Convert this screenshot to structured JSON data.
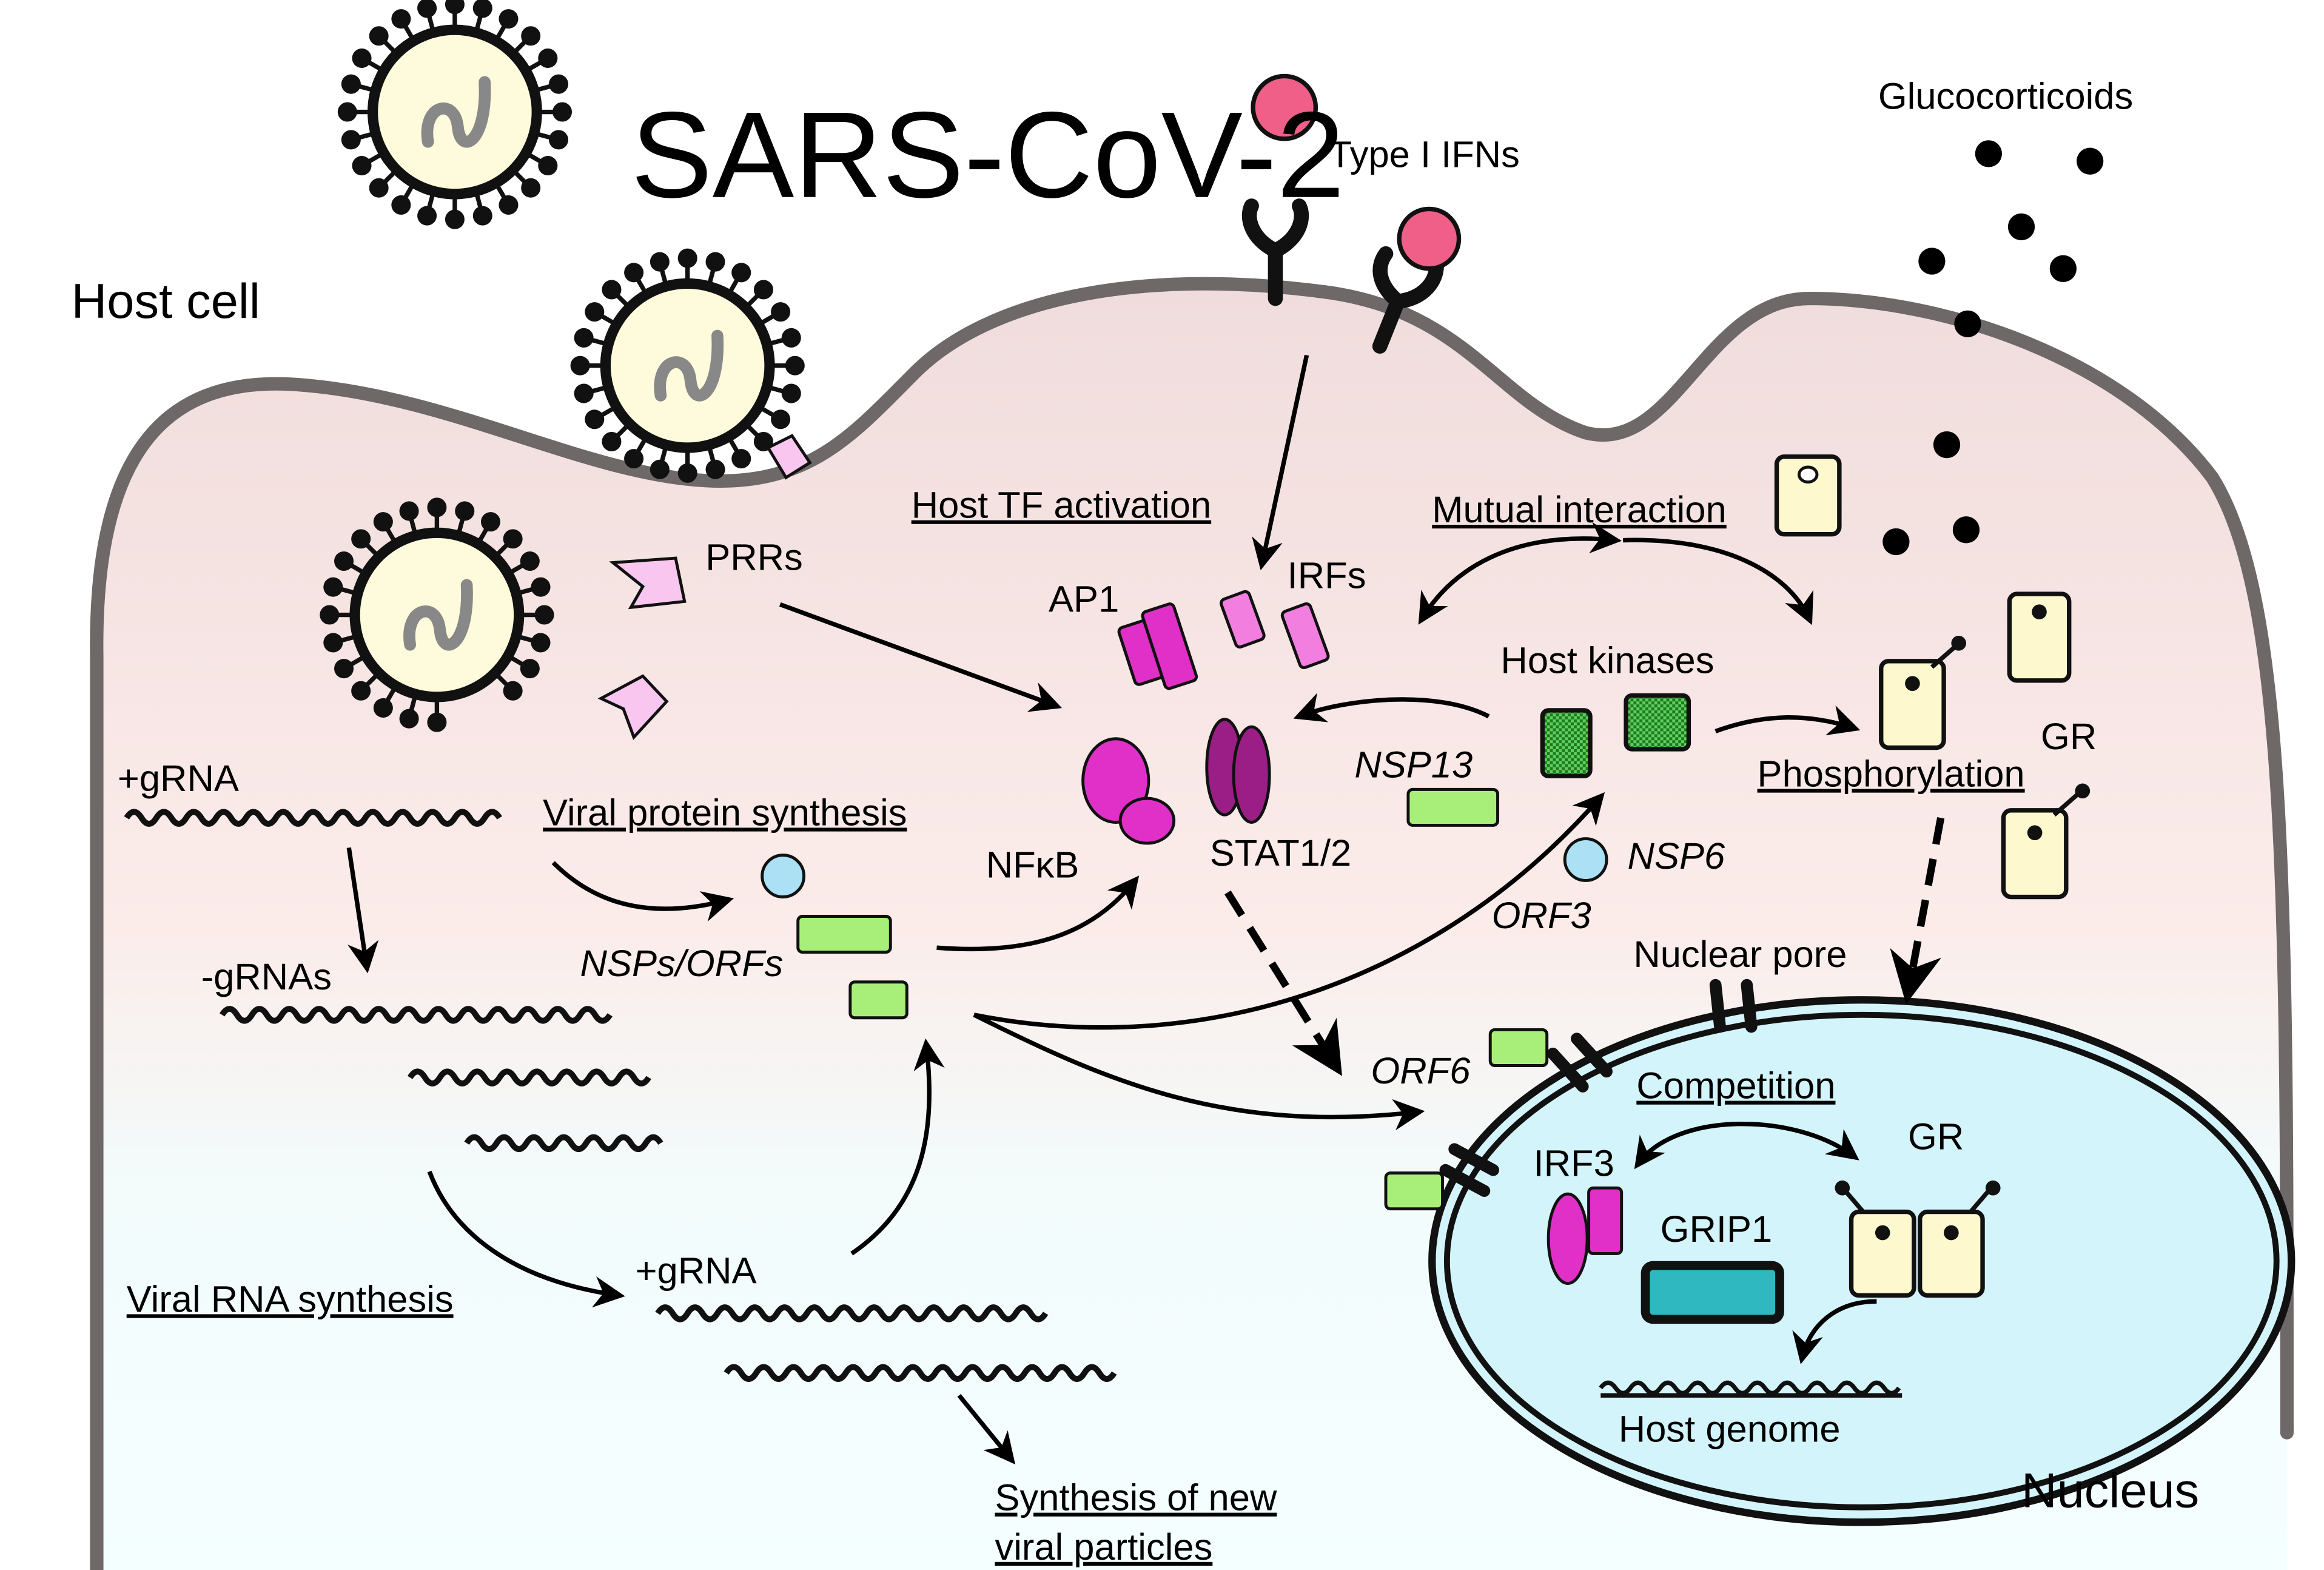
{
  "labels": {
    "virus": "SARS-CoV-2",
    "host_cell": "Host cell",
    "type1_ifns": "Type I IFNs",
    "glucocorticoids": "Glucocorticoids",
    "host_tf_activation": "Host TF activation",
    "mutual_interaction": "Mutual interaction",
    "prrs": "PRRs",
    "ap1": "AP1",
    "irfs": "IRFs",
    "host_kinases": "Host kinases",
    "nfkb": "NFκB",
    "stat12": "STAT1/2",
    "nsp13": "NSP13",
    "nsp6": "NSP6",
    "orf3": "ORF3",
    "phosphorylation": "Phosphorylation",
    "gr_cyto": "GR",
    "gr_nuc": "GR",
    "plus_grna_top": "+gRNA",
    "viral_protein_synthesis": "Viral protein synthesis",
    "nsps_orfs": "NSPs/ORFs",
    "minus_grnas": "-gRNAs",
    "nuclear_pore": "Nuclear pore",
    "orf6": "ORF6",
    "competition": "Competition",
    "irf3": "IRF3",
    "grip1": "GRIP1",
    "host_genome": "Host genome",
    "viral_rna_synthesis": "Viral RNA synthesis",
    "plus_grna_bottom": "+gRNA",
    "synthesis_line1": "Synthesis of new",
    "synthesis_line2": "viral particles",
    "nucleus": "Nucleus"
  },
  "colors": {
    "cell_membrane": "#6e6868",
    "cytoplasm_top": "#f0dcdc",
    "cytoplasm_bottom": "#f4ffff",
    "nucleus_fill": "#d2f4fa",
    "virus_fill": "#fefbdc",
    "ifn": "#ef5f88",
    "tf_magenta": "#e030c8",
    "light_magenta": "#f27fe0",
    "prr_pink": "#f8c6ee",
    "stat_purple": "#9a1e85",
    "viral_protein_green": "#a8ef7a",
    "orf_blue": "#abe0f5",
    "kinase_green": "#2c9a2c",
    "gr_cream": "#fdf8cd",
    "grip1_teal": "#2fb8c0"
  }
}
